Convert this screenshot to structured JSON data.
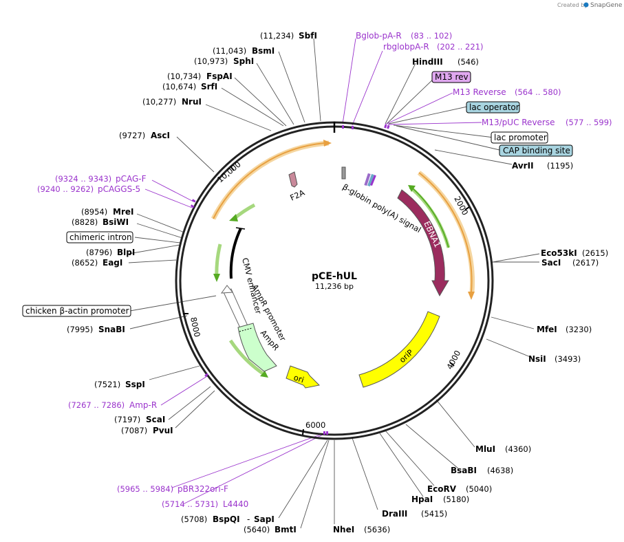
{
  "plasmid": {
    "name": "pCE-hUL",
    "length": "11,236 bp"
  },
  "credit": {
    "text": "Created by",
    "brand": "SnapGene"
  },
  "ticks": [
    "2000",
    "4000",
    "6000",
    "8000",
    "10,000"
  ],
  "enzymes": [
    {
      "name": "SbfI",
      "pos": "(11,234)"
    },
    {
      "name": "BsmI",
      "pos": "(11,043)"
    },
    {
      "name": "SphI",
      "pos": "(10,973)"
    },
    {
      "name": "FspAI",
      "pos": "(10,734)"
    },
    {
      "name": "SrfI",
      "pos": "(10,674)"
    },
    {
      "name": "NruI",
      "pos": "(10,277)"
    },
    {
      "name": "AscI",
      "pos": "(9727)"
    },
    {
      "name": "MreI",
      "pos": "(8954)"
    },
    {
      "name": "BsiWI",
      "pos": "(8828)"
    },
    {
      "name": "BlpI",
      "pos": "(8796)"
    },
    {
      "name": "EagI",
      "pos": "(8652)"
    },
    {
      "name": "SnaBI",
      "pos": "(7995)"
    },
    {
      "name": "SspI",
      "pos": "(7521)"
    },
    {
      "name": "ScaI",
      "pos": "(7197)"
    },
    {
      "name": "PvuI",
      "pos": "(7087)"
    },
    {
      "name": "BspQI",
      "pos": "(5708)"
    },
    {
      "name": "SapI",
      "pos": ""
    },
    {
      "name": "BmtI",
      "pos": "(5640)"
    },
    {
      "name": "NheI",
      "pos": "(5636)"
    },
    {
      "name": "DraIII",
      "pos": "(5415)"
    },
    {
      "name": "HpaI",
      "pos": "(5180)"
    },
    {
      "name": "EcoRV",
      "pos": "(5040)"
    },
    {
      "name": "BsaBI",
      "pos": "(4638)"
    },
    {
      "name": "MluI",
      "pos": "(4360)"
    },
    {
      "name": "NsiI",
      "pos": "(3493)"
    },
    {
      "name": "MfeI",
      "pos": "(3230)"
    },
    {
      "name": "SacI",
      "pos": "(2617)"
    },
    {
      "name": "Eco53kI",
      "pos": "(2615)"
    },
    {
      "name": "AvrII",
      "pos": "(1195)"
    },
    {
      "name": "HindIII",
      "pos": "(546)"
    }
  ],
  "primers": [
    {
      "name": "Bglob-pA-R",
      "range": "(83 .. 102)"
    },
    {
      "name": "rbglobpA-R",
      "range": "(202 .. 221)"
    },
    {
      "name": "M13 Reverse",
      "range": "(564 .. 580)"
    },
    {
      "name": "M13/pUC Reverse",
      "range": "(577 .. 599)"
    },
    {
      "name": "pCAG-F",
      "range": "(9324 .. 9343)"
    },
    {
      "name": "pCAGGS-5",
      "range": "(9240 .. 9262)"
    },
    {
      "name": "Amp-R",
      "range": "(7267 .. 7286)"
    },
    {
      "name": "pBR322ori-F",
      "range": "(5965 .. 5984)"
    },
    {
      "name": "L4440",
      "range": "(5714 .. 5731)"
    }
  ],
  "boxed_features": [
    {
      "name": "M13 rev"
    },
    {
      "name": "lac operator"
    },
    {
      "name": "lac promoter"
    },
    {
      "name": "CAP binding site"
    },
    {
      "name": "chimeric intron"
    },
    {
      "name": "chicken β-actin promoter"
    }
  ],
  "features": {
    "f2a": "F2A",
    "bglobin": "β-globin poly(A) signal",
    "ebna1": "EBNA1",
    "orip": "oriP",
    "ori": "ori",
    "ampr": "AmpR",
    "ampr_promoter": "AmpR promoter",
    "cmv": "CMV enhancer"
  },
  "colors": {
    "primer": "#9a33cc",
    "ebna1": "#9b2c5e",
    "orip": "#ffff00",
    "ampr": "#ccffcc",
    "orange_arrow": "#e8a040",
    "green_arrow": "#55aa22",
    "m13rev_box": "#e0a8f0",
    "lac_operator_box": "#a8d4e0",
    "cap_box": "#a8d4e0"
  }
}
